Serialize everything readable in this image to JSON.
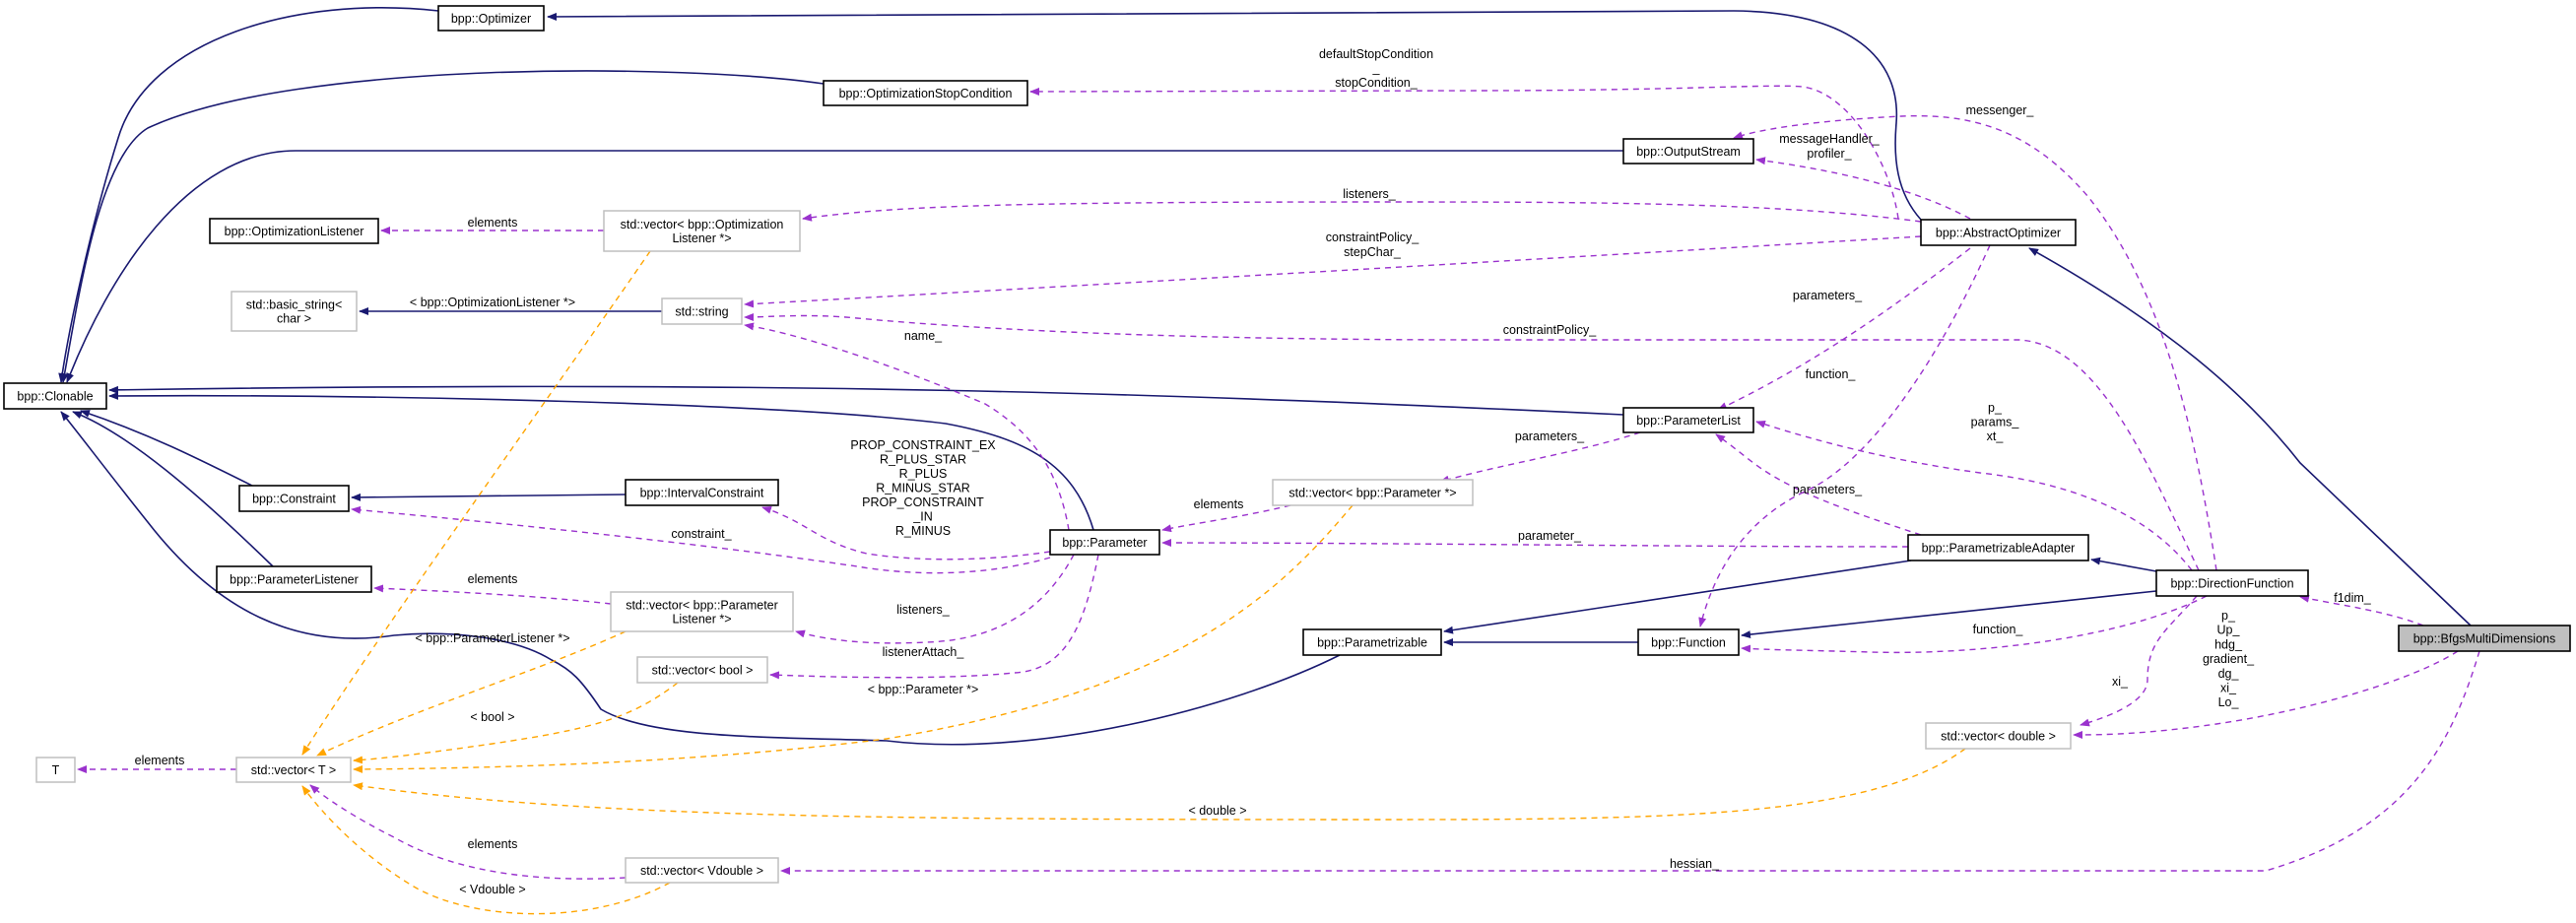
{
  "colors": {
    "inheritance": "#191970",
    "usage": "#9a32cd",
    "template": "#ffa500",
    "class_border": "#000000",
    "template_border": "#bfbfbf",
    "focus_fill": "#bfbfbf"
  },
  "nodes": [
    {
      "id": "optimizer",
      "lines": [
        "bpp::Optimizer"
      ],
      "kind": "class"
    },
    {
      "id": "optimization-stop-condition",
      "lines": [
        "bpp::OptimizationStopCondition"
      ],
      "kind": "class"
    },
    {
      "id": "optimization-listener",
      "lines": [
        "bpp::OptimizationListener"
      ],
      "kind": "class"
    },
    {
      "id": "vector-optimization-listener",
      "lines": [
        "std::vector< bpp::Optimization",
        "Listener *>"
      ],
      "kind": "template"
    },
    {
      "id": "basic-string",
      "lines": [
        "std::basic_string<",
        "char >"
      ],
      "kind": "template"
    },
    {
      "id": "string",
      "lines": [
        "std::string"
      ],
      "kind": "template"
    },
    {
      "id": "clonable",
      "lines": [
        "bpp::Clonable"
      ],
      "kind": "class"
    },
    {
      "id": "constraint",
      "lines": [
        "bpp::Constraint"
      ],
      "kind": "class"
    },
    {
      "id": "interval-constraint",
      "lines": [
        "bpp::IntervalConstraint"
      ],
      "kind": "class"
    },
    {
      "id": "parameter-listener",
      "lines": [
        "bpp::ParameterListener"
      ],
      "kind": "class"
    },
    {
      "id": "vector-parameter-listener",
      "lines": [
        "std::vector< bpp::Parameter",
        "Listener *>"
      ],
      "kind": "template"
    },
    {
      "id": "vector-bool",
      "lines": [
        "std::vector< bool >"
      ],
      "kind": "template"
    },
    {
      "id": "t",
      "lines": [
        "T"
      ],
      "kind": "template"
    },
    {
      "id": "vector-t",
      "lines": [
        "std::vector< T >"
      ],
      "kind": "template"
    },
    {
      "id": "vector-vdouble",
      "lines": [
        "std::vector< Vdouble >"
      ],
      "kind": "template"
    },
    {
      "id": "vector-parameter",
      "lines": [
        "std::vector< bpp::Parameter *>"
      ],
      "kind": "template"
    },
    {
      "id": "parameter",
      "lines": [
        "bpp::Parameter"
      ],
      "kind": "class"
    },
    {
      "id": "parametrizable",
      "lines": [
        "bpp::Parametrizable"
      ],
      "kind": "class"
    },
    {
      "id": "function",
      "lines": [
        "bpp::Function"
      ],
      "kind": "class"
    },
    {
      "id": "output-stream",
      "lines": [
        "bpp::OutputStream"
      ],
      "kind": "class"
    },
    {
      "id": "parameter-list",
      "lines": [
        "bpp::ParameterList"
      ],
      "kind": "class"
    },
    {
      "id": "abstract-optimizer",
      "lines": [
        "bpp::AbstractOptimizer"
      ],
      "kind": "class"
    },
    {
      "id": "parametrizable-adapter",
      "lines": [
        "bpp::ParametrizableAdapter"
      ],
      "kind": "class"
    },
    {
      "id": "direction-function",
      "lines": [
        "bpp::DirectionFunction"
      ],
      "kind": "class"
    },
    {
      "id": "bfgs-multi-dimensions",
      "lines": [
        "bpp::BfgsMultiDimensions"
      ],
      "kind": "focus"
    },
    {
      "id": "vector-double",
      "lines": [
        "std::vector< double >"
      ],
      "kind": "template"
    }
  ],
  "edges": [
    {
      "from": "abstract-optimizer",
      "to": "optimizer",
      "kind": "inheritance",
      "label": []
    },
    {
      "from": "optimizer",
      "to": "clonable",
      "kind": "inheritance",
      "label": []
    },
    {
      "from": "optimization-stop-condition",
      "to": "clonable",
      "kind": "inheritance",
      "label": []
    },
    {
      "from": "output-stream",
      "to": "clonable",
      "kind": "inheritance",
      "label": []
    },
    {
      "from": "parameter-list",
      "to": "clonable",
      "kind": "inheritance",
      "label": []
    },
    {
      "from": "parameter",
      "to": "clonable",
      "kind": "inheritance",
      "label": []
    },
    {
      "from": "constraint",
      "to": "clonable",
      "kind": "inheritance",
      "label": []
    },
    {
      "from": "parameter-listener",
      "to": "clonable",
      "kind": "inheritance",
      "label": []
    },
    {
      "from": "parametrizable",
      "to": "clonable",
      "kind": "inheritance",
      "label": []
    },
    {
      "from": "interval-constraint",
      "to": "constraint",
      "kind": "inheritance",
      "label": []
    },
    {
      "from": "string",
      "to": "basic-string",
      "kind": "inheritance",
      "label": []
    },
    {
      "from": "bfgs-multi-dimensions",
      "to": "abstract-optimizer",
      "kind": "inheritance",
      "label": []
    },
    {
      "from": "direction-function",
      "to": "parametrizable-adapter",
      "kind": "inheritance",
      "label": []
    },
    {
      "from": "parametrizable-adapter",
      "to": "parametrizable",
      "kind": "inheritance",
      "label": []
    },
    {
      "from": "function",
      "to": "parametrizable",
      "kind": "inheritance",
      "label": []
    },
    {
      "from": "direction-function",
      "to": "function",
      "kind": "inheritance",
      "label": []
    },
    {
      "from": "vector-optimization-listener",
      "to": "optimization-listener",
      "kind": "usage",
      "label": [
        "elements"
      ]
    },
    {
      "from": "abstract-optimizer",
      "to": "vector-optimization-listener",
      "kind": "usage",
      "label": [
        "listeners_"
      ]
    },
    {
      "from": "abstract-optimizer",
      "to": "optimization-stop-condition",
      "kind": "usage",
      "label": [
        "defaultStopCondition",
        "_",
        "stopCondition_"
      ]
    },
    {
      "from": "abstract-optimizer",
      "to": "output-stream",
      "kind": "usage",
      "label": [
        "messageHandler_",
        "profiler_"
      ]
    },
    {
      "from": "direction-function",
      "to": "output-stream",
      "kind": "usage",
      "label": [
        "messenger_"
      ]
    },
    {
      "from": "abstract-optimizer",
      "to": "string",
      "kind": "usage",
      "label": [
        "constraintPolicy_",
        "stepChar_"
      ]
    },
    {
      "from": "direction-function",
      "to": "string",
      "kind": "usage",
      "label": [
        "constraintPolicy_"
      ]
    },
    {
      "from": "parameter",
      "to": "string",
      "kind": "usage",
      "label": [
        "name_"
      ]
    },
    {
      "from": "abstract-optimizer",
      "to": "parameter-list",
      "kind": "usage",
      "label": [
        "parameters_"
      ]
    },
    {
      "from": "direction-function",
      "to": "parameter-list",
      "kind": "usage",
      "label": [
        "p_",
        "params_",
        "xt_"
      ]
    },
    {
      "from": "parametrizable-adapter",
      "to": "parameter-list",
      "kind": "usage",
      "label": [
        "parameters_"
      ]
    },
    {
      "from": "parameter-list",
      "to": "vector-parameter",
      "kind": "usage",
      "label": [
        "parameters_"
      ]
    },
    {
      "from": "vector-parameter",
      "to": "parameter",
      "kind": "usage",
      "label": [
        "elements"
      ]
    },
    {
      "from": "parametrizable-adapter",
      "to": "parameter",
      "kind": "usage",
      "label": [
        "parameter_"
      ]
    },
    {
      "from": "parameter",
      "to": "interval-constraint",
      "kind": "usage",
      "label": [
        "PROP_CONSTRAINT_EX",
        "R_PLUS_STAR",
        "R_PLUS",
        "R_MINUS_STAR",
        "PROP_CONSTRAINT",
        "_IN",
        "R_MINUS"
      ]
    },
    {
      "from": "parameter",
      "to": "constraint",
      "kind": "usage",
      "label": [
        "constraint_"
      ]
    },
    {
      "from": "vector-parameter-listener",
      "to": "parameter-listener",
      "kind": "usage",
      "label": [
        "elements"
      ]
    },
    {
      "from": "parameter",
      "to": "vector-parameter-listener",
      "kind": "usage",
      "label": [
        "listeners_"
      ]
    },
    {
      "from": "parameter",
      "to": "vector-bool",
      "kind": "usage",
      "label": [
        "listenerAttach_"
      ]
    },
    {
      "from": "vector-t",
      "to": "t",
      "kind": "usage",
      "label": [
        "elements"
      ]
    },
    {
      "from": "vector-vdouble",
      "to": "vector-t",
      "kind": "usage",
      "label": [
        "elements"
      ]
    },
    {
      "from": "direction-function",
      "to": "vector-double",
      "kind": "usage",
      "label": [
        "xi_"
      ]
    },
    {
      "from": "bfgs-multi-dimensions",
      "to": "vector-double",
      "kind": "usage",
      "label": [
        "p_",
        "Up_",
        "hdg_",
        "gradient_",
        "dg_",
        "xi_",
        "Lo_"
      ]
    },
    {
      "from": "bfgs-multi-dimensions",
      "to": "vector-vdouble",
      "kind": "usage",
      "label": [
        "hessian_"
      ]
    },
    {
      "from": "abstract-optimizer",
      "to": "function",
      "kind": "usage",
      "label": [
        "function_"
      ]
    },
    {
      "from": "direction-function",
      "to": "function",
      "kind": "usage",
      "label": [
        "function_"
      ]
    },
    {
      "from": "bfgs-multi-dimensions",
      "to": "direction-function",
      "kind": "usage",
      "label": [
        "f1dim_"
      ]
    },
    {
      "from": "vector-optimization-listener",
      "to": "vector-t",
      "kind": "template",
      "label": [
        "< bpp::OptimizationListener *>"
      ]
    },
    {
      "from": "vector-parameter-listener",
      "to": "vector-t",
      "kind": "template",
      "label": [
        "< bpp::ParameterListener *>"
      ]
    },
    {
      "from": "vector-bool",
      "to": "vector-t",
      "kind": "template",
      "label": [
        "< bool >"
      ]
    },
    {
      "from": "vector-parameter",
      "to": "vector-t",
      "kind": "template",
      "label": [
        "< bpp::Parameter *>"
      ]
    },
    {
      "from": "vector-double",
      "to": "vector-t",
      "kind": "template",
      "label": [
        "< double >"
      ]
    },
    {
      "from": "vector-vdouble",
      "to": "vector-t",
      "kind": "template",
      "label": [
        "< Vdouble >"
      ]
    }
  ]
}
